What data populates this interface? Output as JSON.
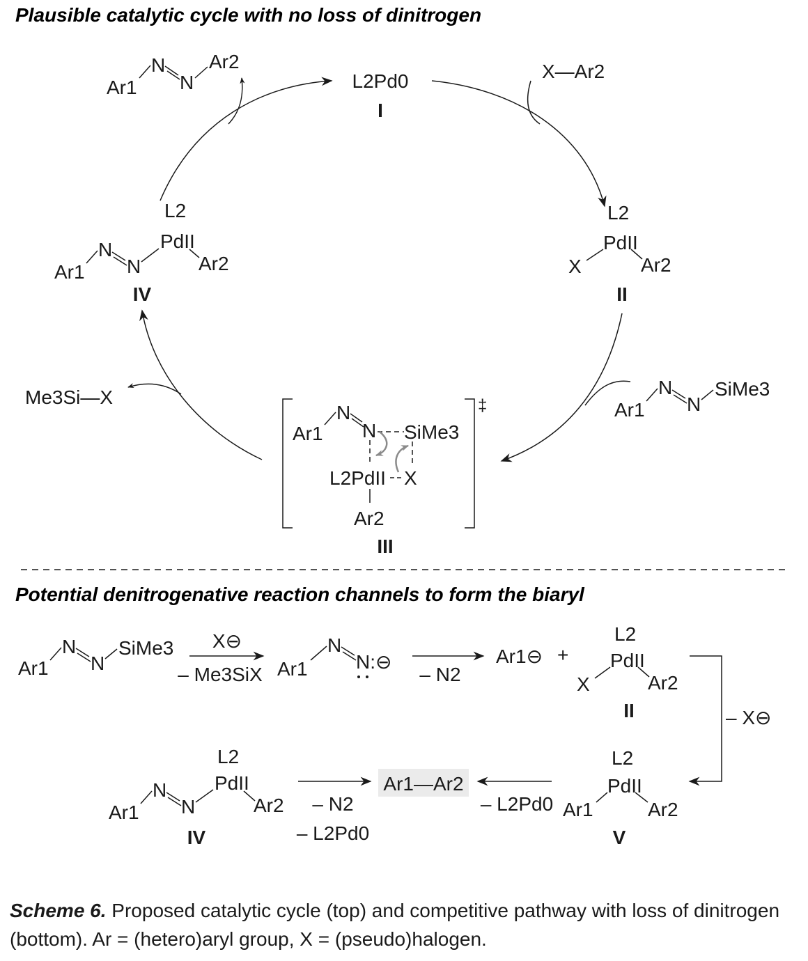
{
  "heading_top": "Plausible catalytic cycle with no loss of dinitrogen",
  "heading_bottom": "Potential denitrogenative reaction channels to form the biaryl",
  "species": {
    "I": {
      "label": "I",
      "formula": "L2Pd0"
    },
    "II": {
      "label": "II",
      "ligand": "L2",
      "metal": "PdII",
      "left": "X",
      "right": "Ar2"
    },
    "III": {
      "label": "III",
      "ts_mark": "‡",
      "ar1": "Ar1",
      "n1": "N",
      "n2": "N",
      "sime3": "SiMe3",
      "pd": "L2PdII",
      "x": "X",
      "ar2": "Ar2"
    },
    "IV": {
      "label": "IV",
      "ligand": "L2",
      "metal": "PdII",
      "ar1": "Ar1",
      "n1": "N",
      "n2": "N",
      "ar2": "Ar2"
    },
    "V": {
      "label": "V",
      "ligand": "L2",
      "metal": "PdII",
      "ar1": "Ar1",
      "ar2": "Ar2"
    }
  },
  "reagents": {
    "aryl_halide": "X—Ar2",
    "azo_product": {
      "ar1": "Ar1",
      "n1": "N",
      "n2": "N",
      "ar2": "Ar2"
    },
    "silyl_diazene": {
      "ar1": "Ar1",
      "n1": "N",
      "n2": "N",
      "sime3": "SiMe3"
    },
    "byproduct": "Me3Si—X"
  },
  "bottom": {
    "start": {
      "ar1": "Ar1",
      "n1": "N",
      "n2": "N",
      "sime3": "SiMe3"
    },
    "step1_above": "X⊖",
    "step1_below": "– Me3SiX",
    "diazenide": {
      "ar1": "Ar1",
      "n1": "N",
      "n2": "N:⊖"
    },
    "step2_below": "– N2",
    "aryl_anion": "Ar1⊖",
    "plus": "+",
    "loss_x": "– X⊖",
    "product": "Ar1—Ar2",
    "left_loss_1": "– N2",
    "left_loss_2": "– L2Pd0",
    "right_loss": "– L2Pd0"
  },
  "caption": {
    "lead": "Scheme 6.",
    "text": " Proposed catalytic cycle (top) and competitive pathway with loss of dinitrogen (bottom). Ar = (hetero)aryl group, X = (pseudo)halogen."
  },
  "colors": {
    "ink": "#1a1a1a",
    "curved_arrow": "#8a8a8a",
    "product_box": "#ebebeb"
  }
}
